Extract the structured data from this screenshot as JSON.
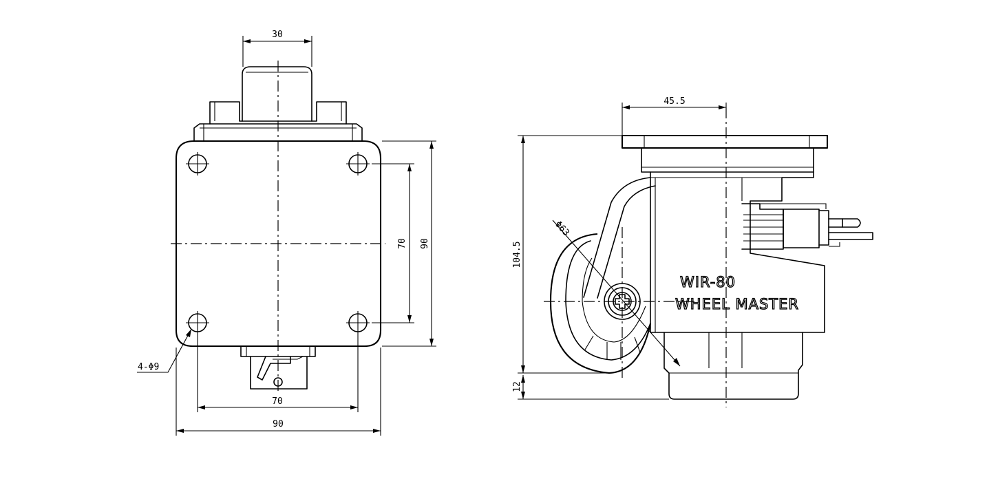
{
  "front_view": {
    "dim_top_width": "30",
    "dim_hole_spacing_vertical": "70",
    "dim_plate_height": "90",
    "dim_hole_spacing_horizontal": "70",
    "dim_plate_width": "90",
    "hole_callout": "4-Φ9"
  },
  "side_view": {
    "dim_offset": "45.5",
    "dim_total_height": "104.5",
    "dim_foot_height": "12",
    "dim_wheel_diameter": "Φ63",
    "model_label": "WIR-80",
    "brand_label": "WHEEL MASTER"
  }
}
